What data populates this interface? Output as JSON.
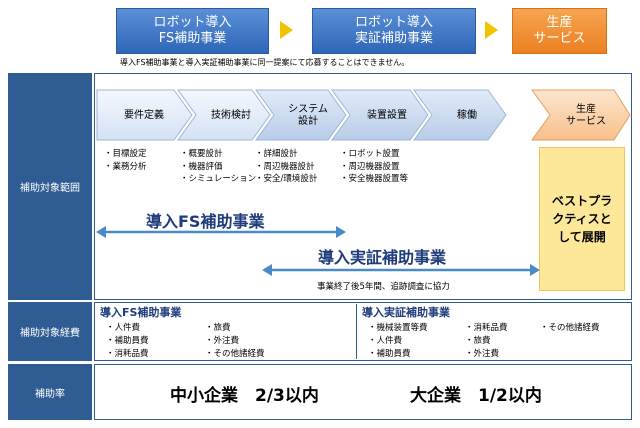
{
  "header": {
    "boxes": [
      {
        "label": "ロボット導入\nFS補助事業",
        "color": "#3a74c5"
      },
      {
        "label": "ロボット導入\n実証補助事業",
        "color": "#3a74c5"
      },
      {
        "label": "生産\nサービス",
        "color": "#f08a2a"
      }
    ],
    "note": "導入FS補助事業と導入実証補助事業に同一提案にて応募することはできません。"
  },
  "rows": {
    "scope": "補助対象範囲",
    "expenses": "補助対象経費",
    "rate": "補助率"
  },
  "steps": [
    {
      "label": "要件定義",
      "bullets": "・目標設定\n・業務分析"
    },
    {
      "label": "技術検討",
      "bullets": "・概要設計\n・機器評価\n・シミュレーション"
    },
    {
      "label": "システム\n設計",
      "bullets": "・詳細設計\n・周辺機器設計\n・安全/環境設計"
    },
    {
      "label": "装置設置",
      "bullets": "・ロボット設置\n・周辺機器設置\n・安全機器設置等"
    },
    {
      "label": "稼働",
      "bullets": ""
    },
    {
      "label": "生産\nサービス",
      "bullets": ""
    }
  ],
  "best_practice": "ベストプラ\nクティスと\nして展開",
  "spans": {
    "fs": "導入FS補助事業",
    "jissho": "導入実証補助事業",
    "followup": "事業終了後5年間、追跡調査に協力"
  },
  "expenses": {
    "fs_title": "導入FS補助事業",
    "fs_items": [
      "・人件費",
      "・補助員費",
      "・消耗品費",
      "・旅費",
      "・外注費",
      "・その他諸経費"
    ],
    "jissho_title": "導入実証補助事業",
    "jissho_items": [
      "・機械装置等費",
      "・人件費",
      "・補助員費",
      "・消耗品費",
      "・旅費",
      "・外注費",
      "・その他諸経費"
    ]
  },
  "rate": {
    "sme": "中小企業　2/3以内",
    "large": "大企業　1/2以内"
  },
  "colors": {
    "accent": "#2f5d93",
    "arrow": "#4a8ac8",
    "yellow": "#fde89a"
  }
}
